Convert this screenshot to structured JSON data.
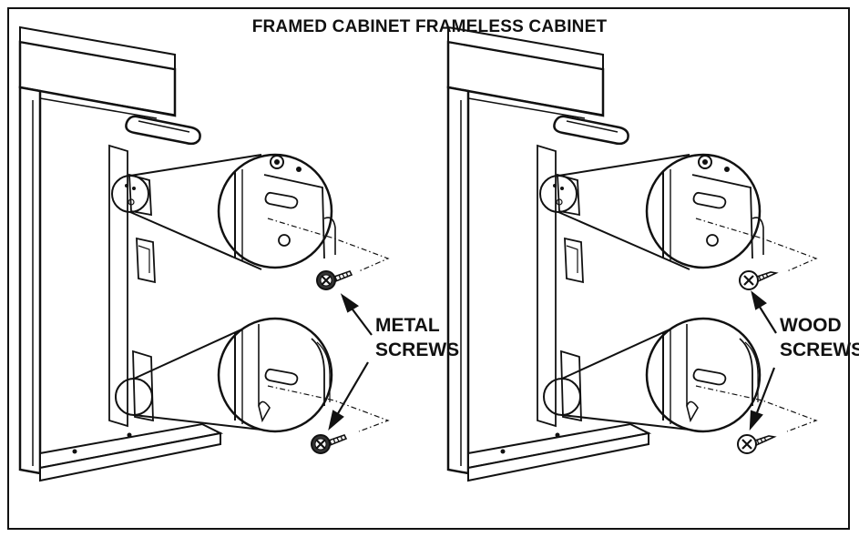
{
  "header": {
    "title_left": "FRAMED CABINET",
    "title_right": "FRAMELESS CABINET"
  },
  "labels": {
    "metal": {
      "line1": "METAL",
      "line2": "SCREWS"
    },
    "wood": {
      "line1": "WOOD",
      "line2": "SCREWS"
    }
  },
  "colors": {
    "ink": "#111111",
    "background": "#ffffff"
  }
}
